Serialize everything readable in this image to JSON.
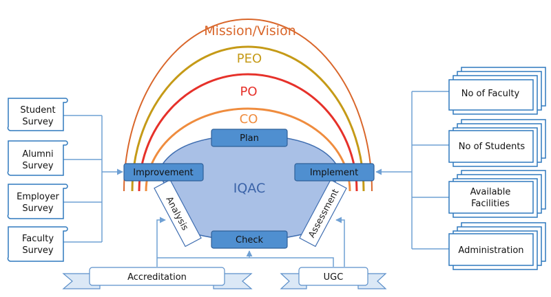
{
  "arcs": {
    "mission": {
      "label": "Mission/Vision",
      "color": "#d9662a"
    },
    "peo": {
      "label": "PEO",
      "color": "#c59a17"
    },
    "po": {
      "label": "PO",
      "color": "#e6312a"
    },
    "co": {
      "label": "CO",
      "color": "#ef8c3e"
    }
  },
  "cycle": {
    "center_label": "IQAC",
    "plan": "Plan",
    "implement": "Implement",
    "check": "Check",
    "improvement": "Improvement",
    "analysis": "Analysis",
    "assessment": "Assessment"
  },
  "surveys": {
    "student": [
      "Student",
      "Survey"
    ],
    "alumni": [
      "Alumni",
      "Survey"
    ],
    "employer": [
      "Employer",
      "Survey"
    ],
    "faculty": [
      "Faculty",
      "Survey"
    ]
  },
  "resources": {
    "faculty": [
      "No of Faculty"
    ],
    "students": [
      "No of Students"
    ],
    "facilities": [
      "Available",
      "Facilities"
    ],
    "administration": [
      "Administration"
    ]
  },
  "ribbons": {
    "accreditation": "Accreditation",
    "ugc": "UGC"
  },
  "colors": {
    "box_fill": "#4f8fd0",
    "box_stroke": "#2f5f98",
    "hexagon_fill": "#a9c0e6",
    "scroll_stroke": "#2e78bd",
    "connector": "#6fa0d4",
    "iqac_text": "#3b63a8"
  }
}
